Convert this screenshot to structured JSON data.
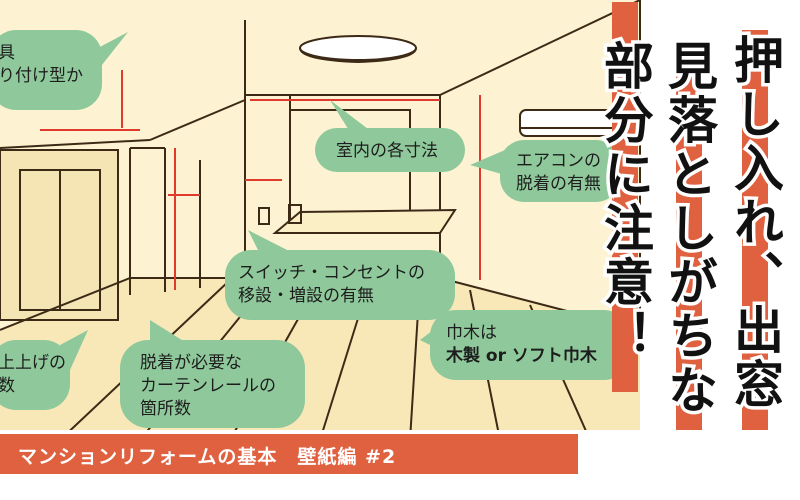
{
  "headline": {
    "col1": "押し入れ、出窓",
    "col2": "見落としがちな",
    "col3": "部分に注意！"
  },
  "callouts": {
    "top_left": [
      "具",
      "り付け型か"
    ],
    "dimensions": "室内の各寸法",
    "aircon": [
      "エアコンの",
      "脱着の有無"
    ],
    "switch": [
      "スイッチ・コンセントの",
      "移設・増設の有無"
    ],
    "baseboard": [
      "巾木は",
      "木製 or ソフト巾木"
    ],
    "finish": [
      "上上げの",
      "数"
    ],
    "curtain": [
      "脱着が必要な",
      "カーテンレールの",
      "箇所数"
    ]
  },
  "footer": {
    "title": "マンションリフォームの基本　壁紙編 #2"
  },
  "colors": {
    "accent": "#e0613f",
    "bubble": "#8fc99b",
    "wall": "#fdf3d2",
    "line": "#3d2a16",
    "measure": "#e03a2c"
  }
}
